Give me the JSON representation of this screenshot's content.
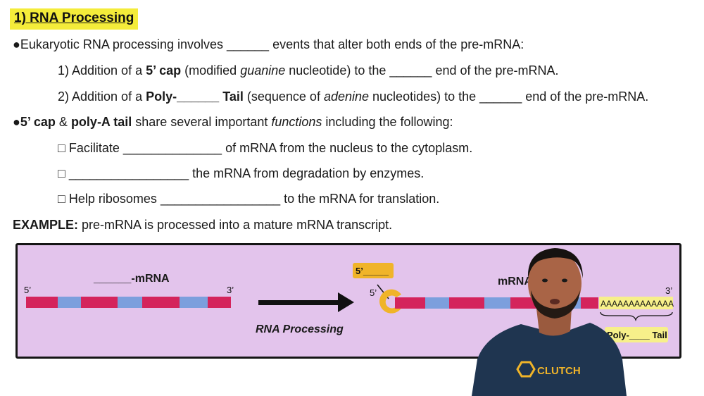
{
  "title": "1) RNA Processing",
  "bullet": "●",
  "l1": {
    "a": "Eukaryotic RNA processing involves ",
    "blank": "______",
    "b": " events that alter both ends of the pre-mRNA:"
  },
  "l2": {
    "a": "1) Addition of a ",
    "bold": "5’ cap",
    "b": " (modified ",
    "ital": "guanine",
    "c": " nucleotide) to the ",
    "blank": "______",
    "d": " end of the pre-mRNA."
  },
  "l3": {
    "a": "2) Addition of a ",
    "bold1": "Poly-",
    "blank1": "______",
    "bold2": " Tail",
    "b": " (sequence of ",
    "ital": "adenine",
    "c": " nucleotides) to the ",
    "blank2": "______",
    "d": " end of the pre-mRNA."
  },
  "l4": {
    "bold1": "5’ cap",
    "a": " & ",
    "bold2": "poly-A tail",
    "b": " share several important ",
    "ital": "functions",
    "c": " including the following:"
  },
  "l5": {
    "box": "□",
    "a": " Facilitate ",
    "blank": "______________",
    "b": " of mRNA from the nucleus to the cytoplasm."
  },
  "l6": {
    "box": "□",
    "blank": "_________________",
    "b": " the mRNA from degradation by enzymes."
  },
  "l7": {
    "box": "□",
    "a": " Help ribosomes ",
    "blank": "_________________",
    "b": " to the mRNA for translation."
  },
  "l8": {
    "bold": "EXAMPLE:",
    "a": " pre-mRNA is processed into a mature mRNA transcript."
  },
  "diagram": {
    "left_label": "______-mRNA",
    "five_prime": "5’",
    "three_prime": "3’",
    "arrow_label": "RNA Processing",
    "cap_box": "5’_____",
    "right_label": "mRNA",
    "poly_a": "AAAAAAAAAAAAA",
    "tail_label": "Poly-____ Tail"
  },
  "presenter": {
    "shirt_logo": "CLUTCH"
  },
  "colors": {
    "highlight": "#f4ec3a",
    "panel": "#e3c4ec",
    "strand_red": "#d4245c",
    "strand_blue": "#7c9fdd",
    "cap": "#f0b429"
  }
}
